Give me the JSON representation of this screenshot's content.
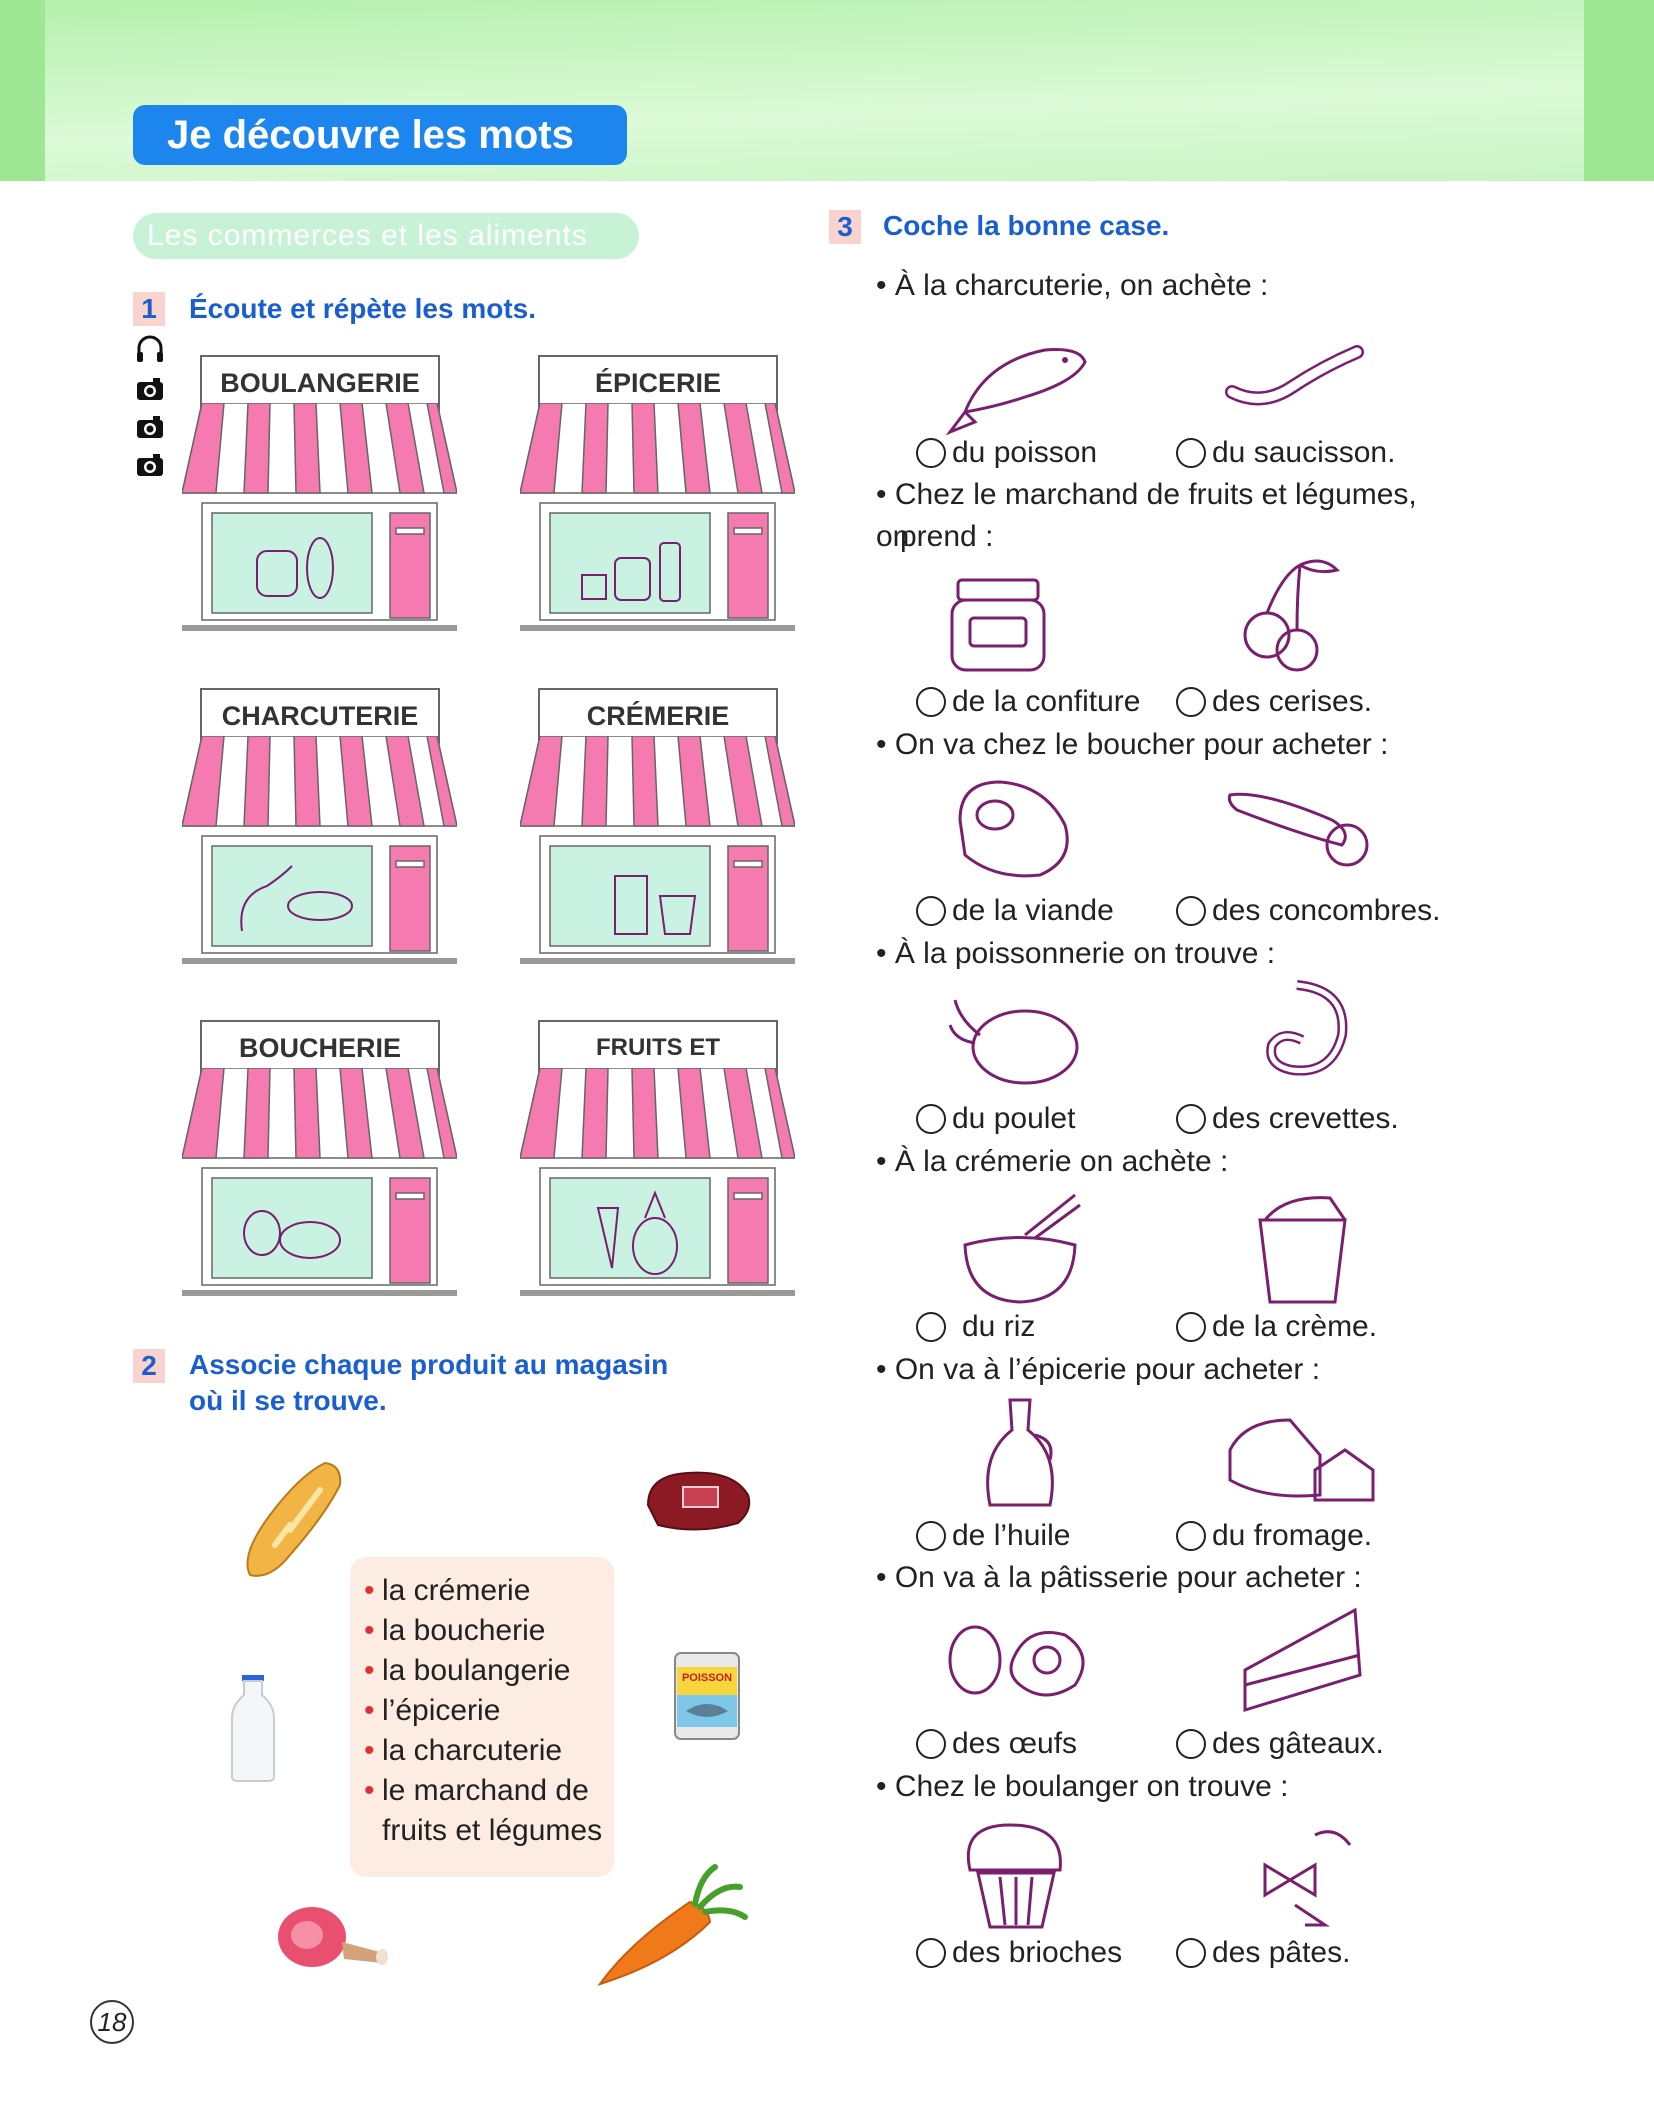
{
  "header": {
    "title": "Je découvre les mots"
  },
  "section_title": "Les commerces et les aliments",
  "ex1": {
    "number": "1",
    "instruction": "Écoute et répète les mots.",
    "shops": [
      "BOULANGERIE",
      "ÉPICERIE",
      "CHARCUTERIE",
      "CRÉMERIE",
      "BOUCHERIE",
      "FRUITS ET LÉGUMES"
    ]
  },
  "ex2": {
    "number": "2",
    "instruction_line1": "Associe chaque produit au magasin",
    "instruction_line2": "où il se trouve.",
    "list": [
      "la crémerie",
      "la boucherie",
      "la boulangerie",
      "l’épicerie",
      "la charcuterie",
      "le marchand de"
    ],
    "list_cont": "fruits et légumes",
    "can_label": "POISSON"
  },
  "ex3": {
    "number": "3",
    "instruction": "Coche la bonne case.",
    "questions": [
      {
        "text": "• À la charcuterie, on achète :",
        "a": "du poisson",
        "b": "du saucisson."
      },
      {
        "text": "• Chez le marchand de fruits et légumes, on",
        "text2": "prend :",
        "a": "de la confiture",
        "b": "des cerises."
      },
      {
        "text": "• On va chez le boucher pour acheter :",
        "a": "de la viande",
        "b": "des concombres."
      },
      {
        "text": "• À la poissonnerie on trouve :",
        "a": "du poulet",
        "b": "des crevettes."
      },
      {
        "text": "• À la crémerie on achète :",
        "a": "du riz",
        "b": "de la crème."
      },
      {
        "text": "• On va à l’épicerie pour acheter :",
        "a": "de l’huile",
        "b": "du fromage."
      },
      {
        "text": "• On va à la pâtisserie pour acheter :",
        "a": "des œufs",
        "b": "des gâteaux."
      },
      {
        "text": "• Chez le boulanger on trouve :",
        "a": "des brioches",
        "b": "des pâtes."
      }
    ]
  },
  "page_number": "18",
  "colors": {
    "accent_blue": "#1c86ee",
    "awning_pink": "#f47ab0",
    "window_mint": "#c9f2e2",
    "drawing_purple": "#7a1f6e"
  }
}
